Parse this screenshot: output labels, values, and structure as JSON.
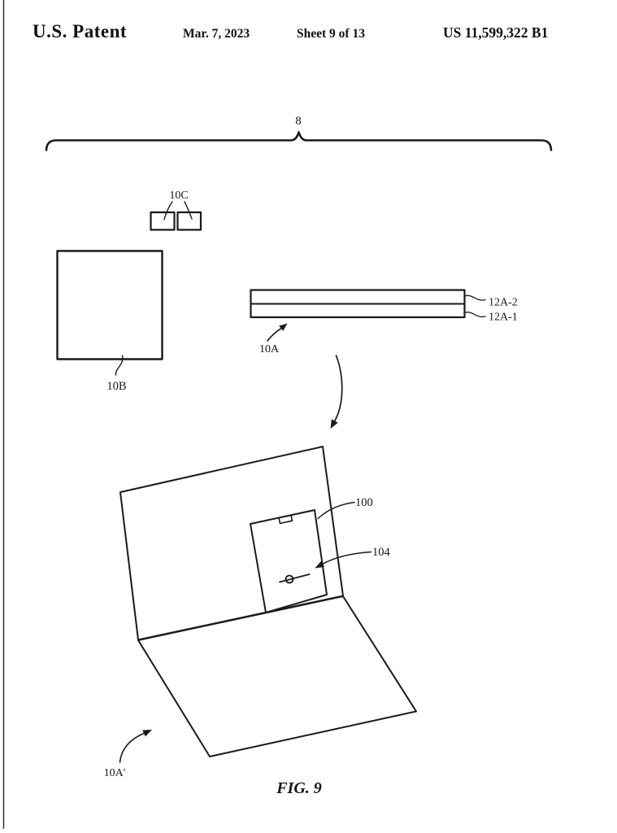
{
  "header": {
    "title": "U.S. Patent",
    "date": "Mar. 7, 2023",
    "sheet": "Sheet 9 of 13",
    "patent_number": "US 11,599,322 B1"
  },
  "figure": {
    "caption": "FIG. 9",
    "reference_labels": {
      "assembly": "8",
      "modules": "10C",
      "block": "10B",
      "cover_stack": "10A",
      "layer_upper": "12A-2",
      "layer_lower": "12A-1",
      "device": "100",
      "component": "104",
      "folded_cover": "10A'"
    }
  },
  "colors": {
    "ink": "#1a1a1a",
    "background": "#ffffff"
  }
}
